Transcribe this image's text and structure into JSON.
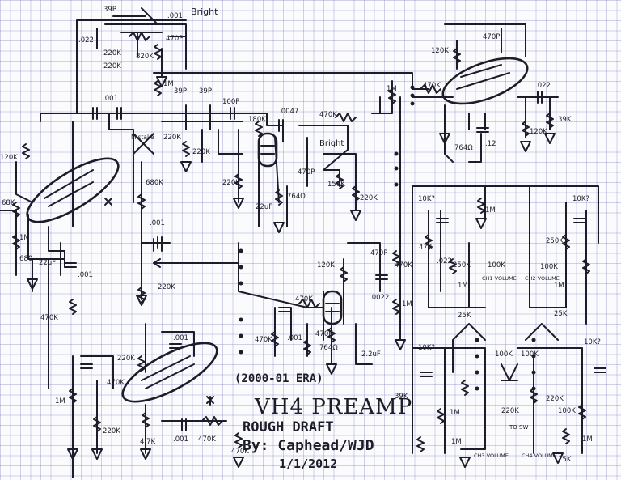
{
  "title_block": {
    "era": "(2000-01 ERA)",
    "title": "VH4 PREAMP",
    "subtitle": "ROUGH DRAFT",
    "author": "By: Caphead/WJD",
    "date": "1/1/2012"
  },
  "labels": {
    "bright_top": "Bright",
    "bright_mid": "Bright",
    "mistake": "Mistake",
    "ch1_vol": "CH1 VOLUME",
    "ch2_vol": "CH2 VOLUME",
    "ch3_vol": "CH3 VOLUME",
    "ch4_vol": "CH4 VOLUME",
    "to_sw": "TO SW",
    "c_39p": "39P",
    "c_001_top": ".001",
    "c_022_tl": ".022",
    "c_470p_top": "470P",
    "r_220k_a": "220K",
    "r_820k": "820K",
    "r_220k_b": "220K",
    "r_1m_a": "1M",
    "r_120k_a": "120K",
    "r_68k": "68K",
    "r_1m_b": "1M",
    "r_680_a": "680",
    "c_22uf_a": "22uF",
    "c_001_a": ".001",
    "c_001_b": ".001",
    "c_39p_mid": "39P",
    "c_39p_mid2": "39P",
    "c_100p": "100P",
    "r_220k_c": "220K",
    "r_220k_d": "220K",
    "r_680k": "680K",
    "c_001_c": ".001",
    "r_220k_e": "220K",
    "r_180k": "180K",
    "c_0047": ".0047",
    "r_470k_a": "470K",
    "c_470p_a": "470P",
    "r_150k": "150K",
    "r_220k_f": "220K",
    "r_764_a": "764Ω",
    "c_22uf_b": "22uF",
    "r_470k_b": "470K",
    "r_1m_c": "1M",
    "r_470k_c": "470K",
    "c_022_tr": ".022",
    "r_120k_b": "120K",
    "r_764_b": "764Ω",
    "c_12": ".12",
    "r_1m_d": "1M",
    "r_39k_a": "39K",
    "r_120k_c": "120K",
    "c_470p_b": "470P",
    "c_0022": ".0022",
    "r_470k_d": "470K",
    "r_470k_e": "470K",
    "c_001_d": ".001",
    "r_470k_f": "470K",
    "r_1m_e": "1M",
    "r_120k_d": "120K",
    "r_764_c": "764Ω",
    "c_22uf_c": "2.2uF",
    "r_220k_g": "220K",
    "c_001_e": ".001",
    "r_470k_g": "470K",
    "r_1m_f": "1M",
    "r_220k_h": "220K",
    "r_4_7k": "4.7K",
    "c_001_f": ".001",
    "r_470k_h": "470K",
    "r_470k_i": "470K",
    "r_10k_a": "10K?",
    "r_47k": "47K",
    "c_022_a": ".022",
    "r_250k_a": "250K",
    "r_1m_g": "1M",
    "r_25k_a": "25K",
    "r_100k_a": "100K",
    "r_100k_b": "100K",
    "r_10k_b": "10K?",
    "r_250k_b": "250K",
    "r_1m_h": "1M",
    "r_25k_b": "25K",
    "r_10k_c": "10K?",
    "r_39k_b": "39K",
    "r_1m_i": "1M",
    "r_100k_c": "100K",
    "r_100k_d": "100K",
    "r_220k_i": "220K",
    "r_220k_j": "220K",
    "r_100k_e": "100K",
    "r_10k_d": "10K?",
    "r_1m_j": "1M",
    "r_25k_c": "25K"
  }
}
